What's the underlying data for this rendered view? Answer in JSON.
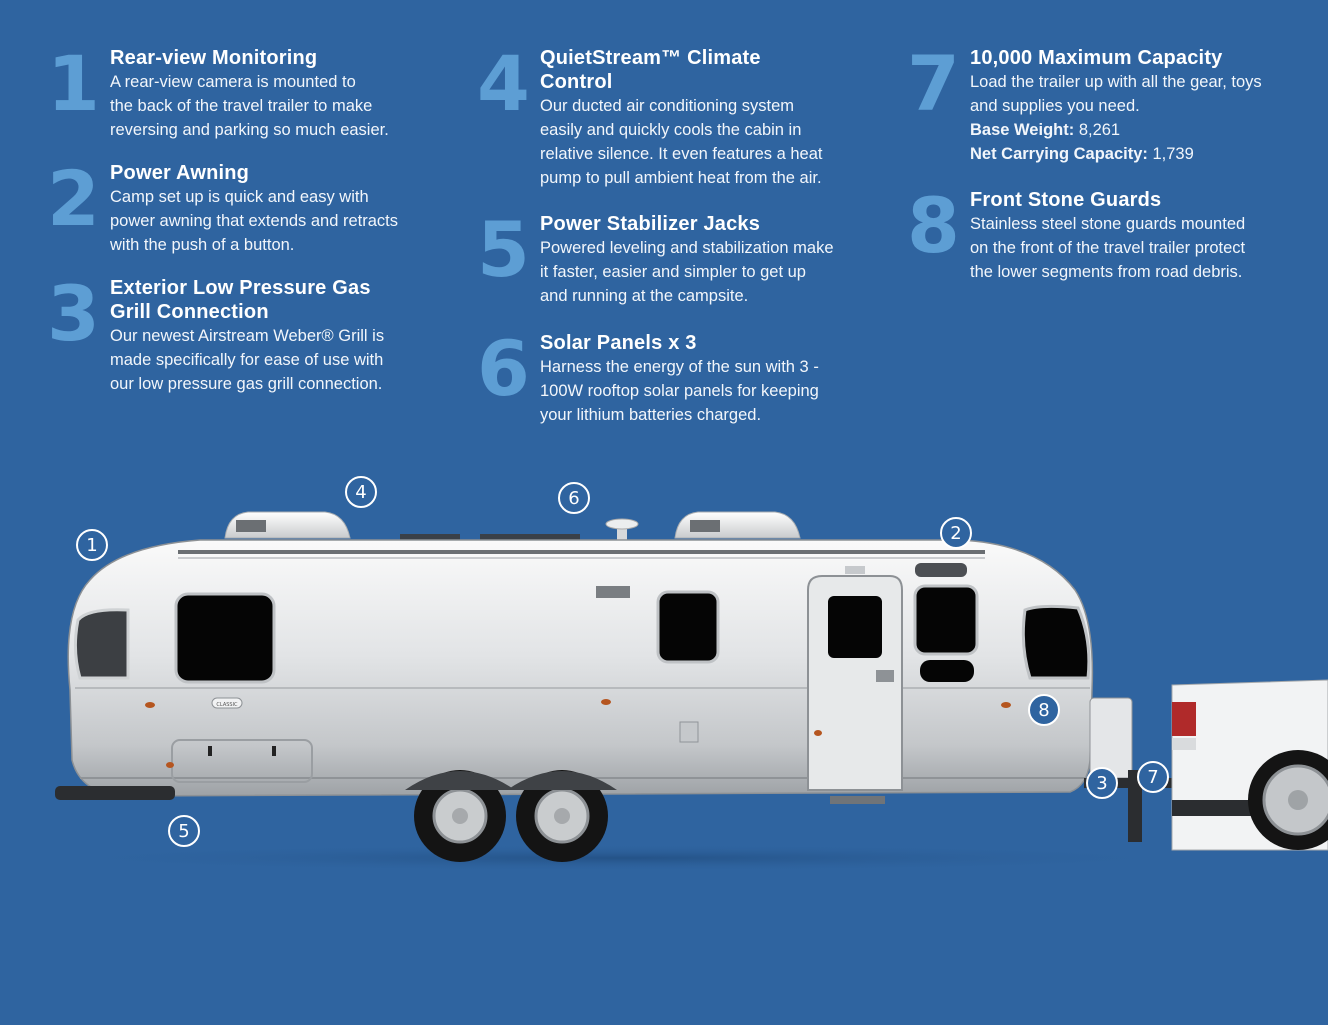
{
  "features": [
    {
      "number": "1",
      "title": "Rear-view Monitoring",
      "lines": [
        "A rear-view camera is mounted to",
        "the back of the travel trailer to make",
        "reversing and parking so much easier."
      ]
    },
    {
      "number": "2",
      "title": "Power Awning",
      "lines": [
        "Camp set up is quick and easy with",
        "power awning that extends and retracts",
        "with the push of a button."
      ]
    },
    {
      "number": "3",
      "title_lines": [
        "Exterior Low Pressure Gas",
        "Grill Connection"
      ],
      "lines": [
        "Our newest Airstream Weber® Grill is",
        "made specifically for ease of use with",
        "our low pressure gas grill connection."
      ]
    },
    {
      "number": "4",
      "title_lines": [
        "QuietStream™ Climate",
        "Control"
      ],
      "lines": [
        "Our ducted air conditioning system",
        "easily and quickly cools the cabin in",
        "relative silence. It even features a heat",
        "pump to pull ambient heat from the air."
      ]
    },
    {
      "number": "5",
      "title": "Power Stabilizer Jacks",
      "lines": [
        "Powered leveling and stabilization make",
        "it faster, easier and simpler to get up",
        "and running at the campsite."
      ]
    },
    {
      "number": "6",
      "title": "Solar Panels x 3",
      "lines": [
        "Harness the energy of the sun with 3 -",
        "100W rooftop solar panels for keeping",
        "your lithium batteries charged."
      ]
    },
    {
      "number": "7",
      "title": "10,000 Maximum Capacity",
      "lines": [
        "Load the trailer up with all the gear, toys",
        "and supplies you need."
      ],
      "specs": [
        {
          "label": "Base Weight:",
          "value": "8,261"
        },
        {
          "label": "Net Carrying Capacity:",
          "value": "1,739"
        }
      ]
    },
    {
      "number": "8",
      "title": "Front Stone Guards",
      "lines": [
        "Stainless steel stone guards mounted",
        "on the front of the travel trailer protect",
        "the lower segments from road debris."
      ]
    }
  ],
  "callouts": [
    "1",
    "2",
    "3",
    "4",
    "5",
    "6",
    "7",
    "8"
  ],
  "trailer_badge": "CLASSIC",
  "colors": {
    "background": "#2f64a0",
    "number": "#5d9ed4",
    "text": "#ffffff"
  }
}
